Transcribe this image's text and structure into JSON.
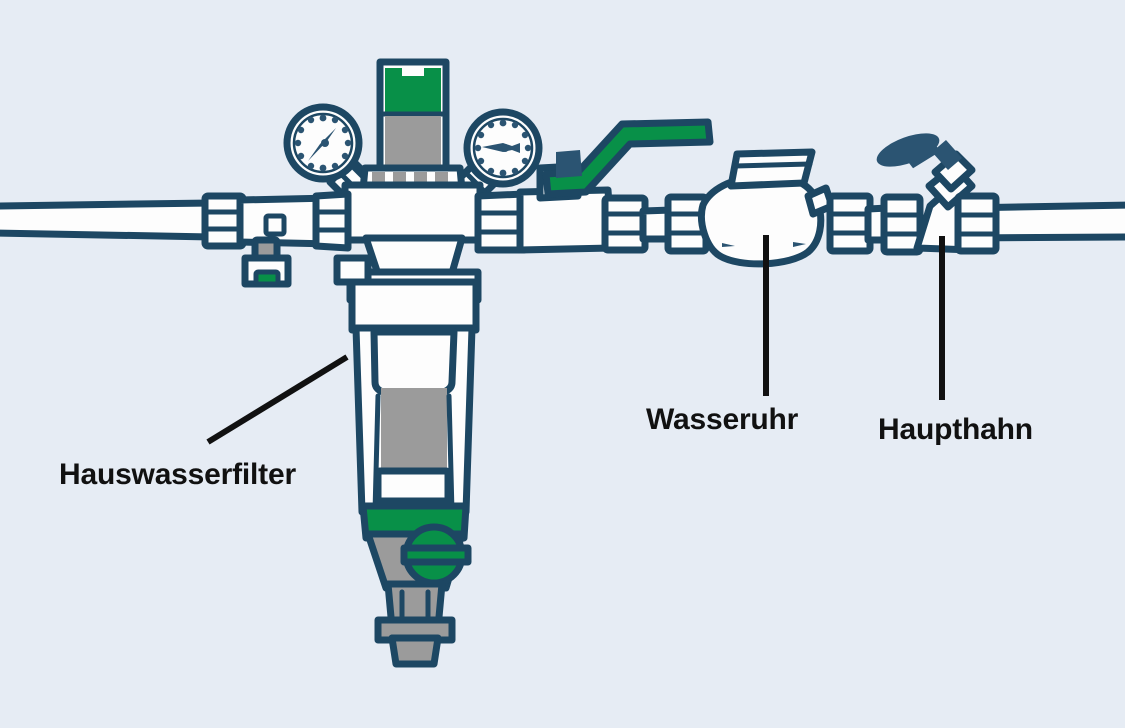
{
  "diagram": {
    "title": "Hauswasserfilter Installation Schema",
    "background_color": "#e6ecf4",
    "outline_color": "#1d4763",
    "accent_green": "#089048",
    "metal_gray": "#9b9b9b",
    "fill_white": "#fdfdfd",
    "leader_color": "#111111"
  },
  "labels": {
    "filter": "Hauswasserfilter",
    "meter": "Wasseruhr",
    "tap": "Haupthahn"
  },
  "parts": {
    "filter_housing": "house water filter housing",
    "pressure_gauge_left": "pressure gauge",
    "pressure_gauge_right": "pressure gauge",
    "ball_valve": "green ball valve lever",
    "drain_valve": "drain valve",
    "water_meter": "water meter",
    "main_tap": "main shut-off tap",
    "supply_pipe": "water supply pipe"
  }
}
